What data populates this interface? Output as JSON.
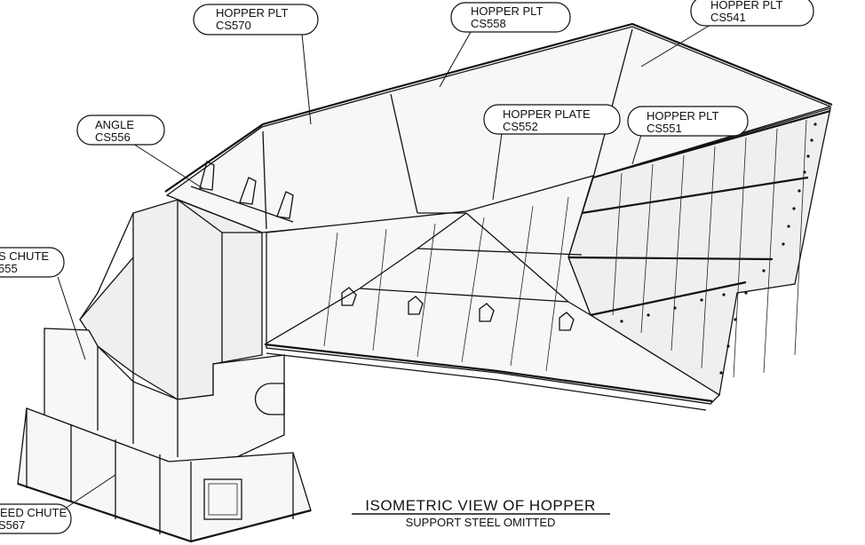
{
  "callouts": {
    "cs570": {
      "line1": "HOPPER PLT",
      "line2": "CS570"
    },
    "cs558": {
      "line1": "HOPPER PLT",
      "line2": "CS558"
    },
    "cs541": {
      "line1": "HOPPER PLT",
      "line2": "CS541"
    },
    "cs556": {
      "line1": "ANGLE",
      "line2": "CS556"
    },
    "cs552": {
      "line1": "HOPPER PLATE",
      "line2": "CS552"
    },
    "cs551": {
      "line1": "HOPPER PLT",
      "line2": "CS551"
    },
    "cs555": {
      "line1": "S CHUTE",
      "line2": "555"
    },
    "cs567": {
      "line1": "EED CHUTE",
      "line2": "S567"
    }
  },
  "title": {
    "main": "ISOMETRIC VIEW OF HOPPER",
    "sub": "SUPPORT STEEL OMITTED"
  }
}
